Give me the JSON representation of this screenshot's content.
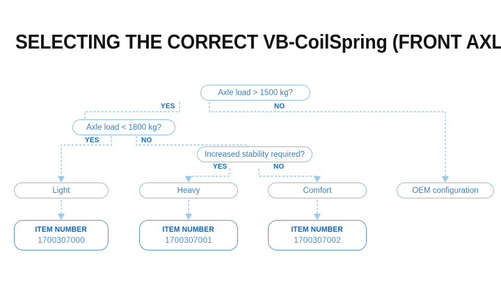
{
  "page": {
    "title": "SELECTING THE CORRECT VB-CoilSpring (FRONT AXLE)",
    "background_color": "#ffffff",
    "title_color": "#121212",
    "accent_color": "#3d80c0",
    "line_color": "#9cc9ea",
    "label_color": "#0a6ec4"
  },
  "flowchart": {
    "type": "decision-tree",
    "decisions": [
      {
        "id": "d1",
        "label": "Axle load > 1500 kg?",
        "yes_label": "YES",
        "no_label": "NO"
      },
      {
        "id": "d2",
        "label": "Axle load < 1800 kg?",
        "yes_label": "YES",
        "no_label": "NO"
      },
      {
        "id": "d3",
        "label": "Increased stability required?",
        "yes_label": "YES",
        "no_label": "NO"
      }
    ],
    "outcomes": [
      {
        "id": "o1",
        "label": "Light"
      },
      {
        "id": "o2",
        "label": "Heavy"
      },
      {
        "id": "o3",
        "label": "Comfort"
      },
      {
        "id": "o4",
        "label": "OEM configuration"
      }
    ],
    "items": [
      {
        "id": "i1",
        "title": "ITEM NUMBER",
        "number": "1700307000"
      },
      {
        "id": "i2",
        "title": "ITEM NUMBER",
        "number": "1700307001"
      },
      {
        "id": "i3",
        "title": "ITEM NUMBER",
        "number": "1700307002"
      }
    ]
  }
}
